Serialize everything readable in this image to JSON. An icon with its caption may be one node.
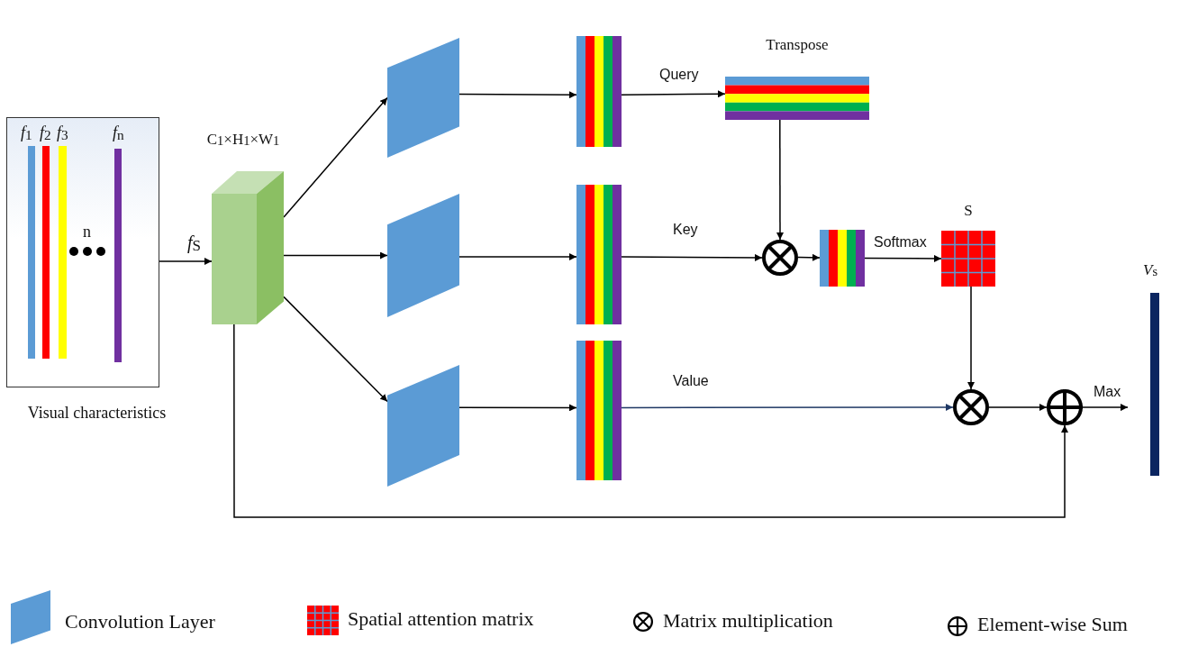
{
  "diagram": {
    "nodes": [
      {
        "text": [
          "Visual characteristics"
        ]
      },
      {
        "text": [
          "C$_{1}$×H$_{1}$×W$_{1}$"
        ]
      },
      {
        "text": [],
        "shape": "parallelogram"
      },
      {
        "text": [],
        "shape": "parallelogram"
      },
      {
        "text": [],
        "shape": "parallelogram"
      },
      {
        "text": [],
        "shape": "bar"
      },
      {
        "text": [],
        "shape": "bar"
      },
      {
        "text": [],
        "shape": "bar"
      },
      {
        "text": [
          "Transpose"
        ]
      },
      {
        "text": [],
        "shape": "circle"
      },
      {
        "text": [],
        "shape": "bar"
      },
      {
        "text": [
          "S"
        ]
      },
      {
        "text": [],
        "shape": "circle"
      },
      {
        "text": [],
        "shape": "circle"
      },
      {
        "text": [
          "*V*$_{s}$"
        ]
      }
    ],
    "edges": [
      {
        "from": 0,
        "to": 1,
        "arrow": "to",
        "label": "*f*$_{S}$"
      },
      {
        "from": 1,
        "to": 2,
        "arrow": "to"
      },
      {
        "from": 1,
        "to": 3,
        "arrow": "to"
      },
      {
        "from": 1,
        "to": 4,
        "arrow": "to"
      },
      {
        "from": 2,
        "to": 5,
        "arrow": "to"
      },
      {
        "from": 3,
        "to": 6,
        "arrow": "to"
      },
      {
        "from": 4,
        "to": 7,
        "arrow": "to"
      },
      {
        "from": 5,
        "to": 8,
        "arrow": "to",
        "label": "Query"
      },
      {
        "from": 8,
        "to": 9,
        "arrow": "to"
      },
      {
        "from": 6,
        "to": 9,
        "arrow": "to",
        "label": "Key"
      },
      {
        "from": 9,
        "to": 10,
        "arrow": "to"
      },
      {
        "from": 10,
        "to": 11,
        "arrow": "to",
        "label": "Softmax"
      },
      {
        "from": 11,
        "to": 12,
        "arrow": "to"
      },
      {
        "from": 7,
        "to": 12,
        "arrow": "to",
        "label": "Value",
        "color": "#1f3864"
      },
      {
        "from": 12,
        "to": 13,
        "arrow": "to"
      },
      {
        "from": 1,
        "to": 13,
        "arrow": "to"
      },
      {
        "from": 13,
        "to": 14,
        "arrow": "to",
        "label": "Max"
      }
    ],
    "labels": [
      "*f*$_{1}$",
      "*f*$_{2}$",
      "*f*$_{3}$",
      "*f*$_{n}$",
      "n"
    ],
    "legend": [
      {
        "text": "Convolution Layer"
      },
      {
        "text": "Spatial attention matrix"
      },
      {
        "text": "Matrix multiplication"
      },
      {
        "text": "Element-wise Sum"
      }
    ]
  }
}
